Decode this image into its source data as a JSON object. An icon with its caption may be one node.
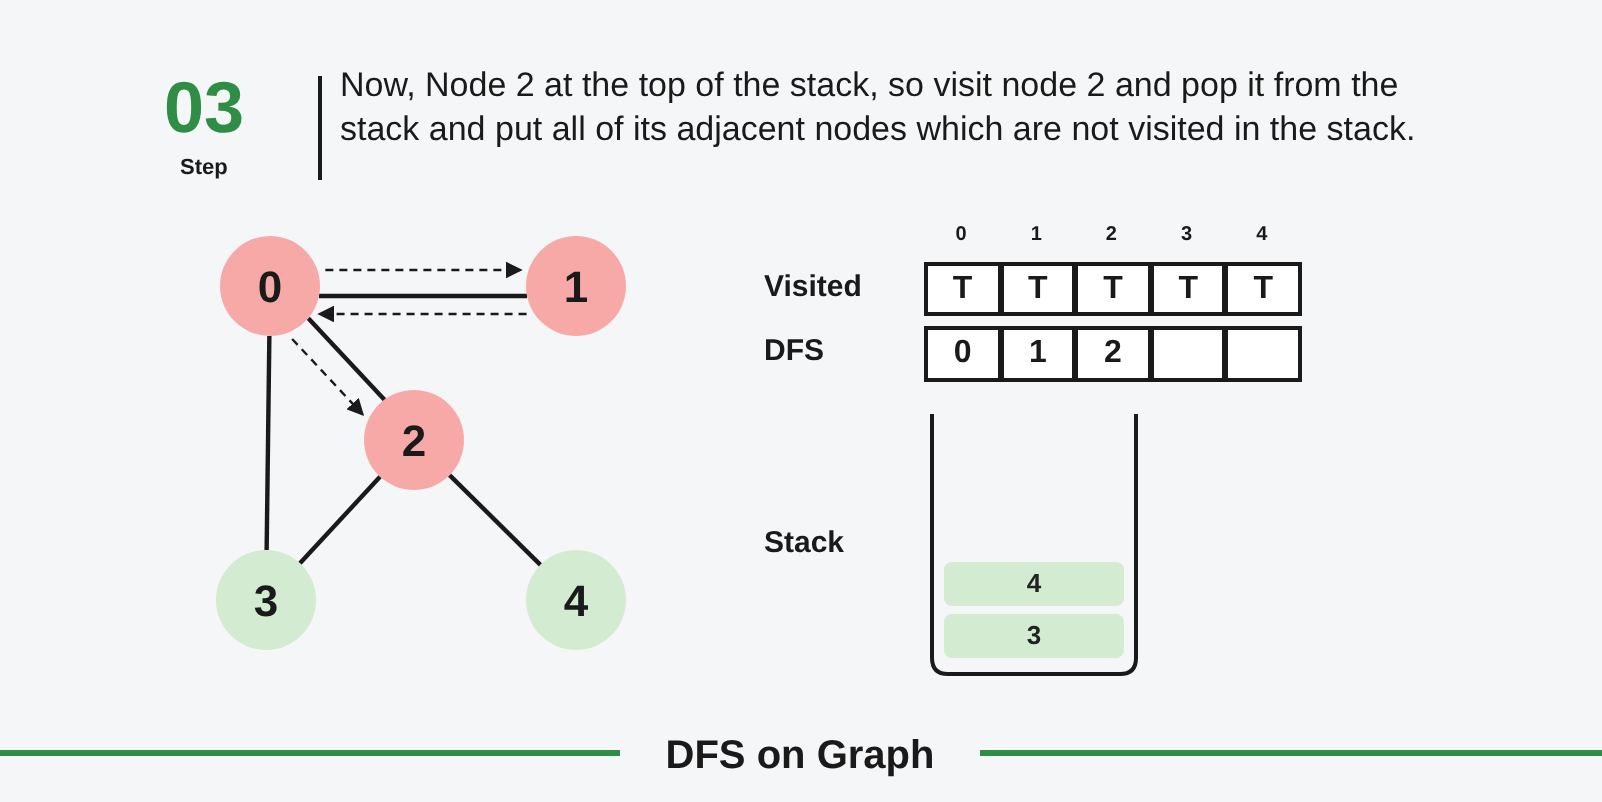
{
  "diagram": {
    "title": "DFS on Graph",
    "nodes": [
      {
        "text": [
          "0"
        ]
      },
      {
        "text": [
          "1"
        ]
      },
      {
        "text": [
          "2"
        ]
      },
      {
        "text": [
          "3"
        ]
      },
      {
        "text": [
          "4"
        ]
      },
      {
        "text": [],
        "shape": "box"
      },
      {
        "text": [
          "4"
        ],
        "in": 5
      },
      {
        "text": [
          "3"
        ],
        "in": 5
      }
    ],
    "edges": [
      {
        "from": 0,
        "to": 1,
        "arrow": "to",
        "style": "dashed"
      },
      {
        "from": 0,
        "to": 1,
        "arrow": "none"
      },
      {
        "from": 1,
        "to": 0,
        "arrow": "to",
        "style": "dashed"
      },
      {
        "from": 0,
        "to": 2,
        "arrow": "to",
        "style": "dashed"
      },
      {
        "from": 0,
        "to": 2,
        "arrow": "none"
      },
      {
        "from": 0,
        "to": 3,
        "arrow": "none"
      },
      {
        "from": 2,
        "to": 3,
        "arrow": "none"
      },
      {
        "from": 2,
        "to": 4,
        "arrow": "none"
      }
    ],
    "labels": [
      "03",
      "Step",
      "Now, Node 2 at the top of the stack, so visit node 2 and pop it from the stack and put all of its adjacent nodes which are not visited in the stack.",
      "0",
      "1",
      "2",
      "3",
      "4",
      "Visited",
      "T",
      "T",
      "T",
      "T",
      "T",
      "DFS",
      "0",
      "1",
      "2",
      "Stack"
    ]
  }
}
